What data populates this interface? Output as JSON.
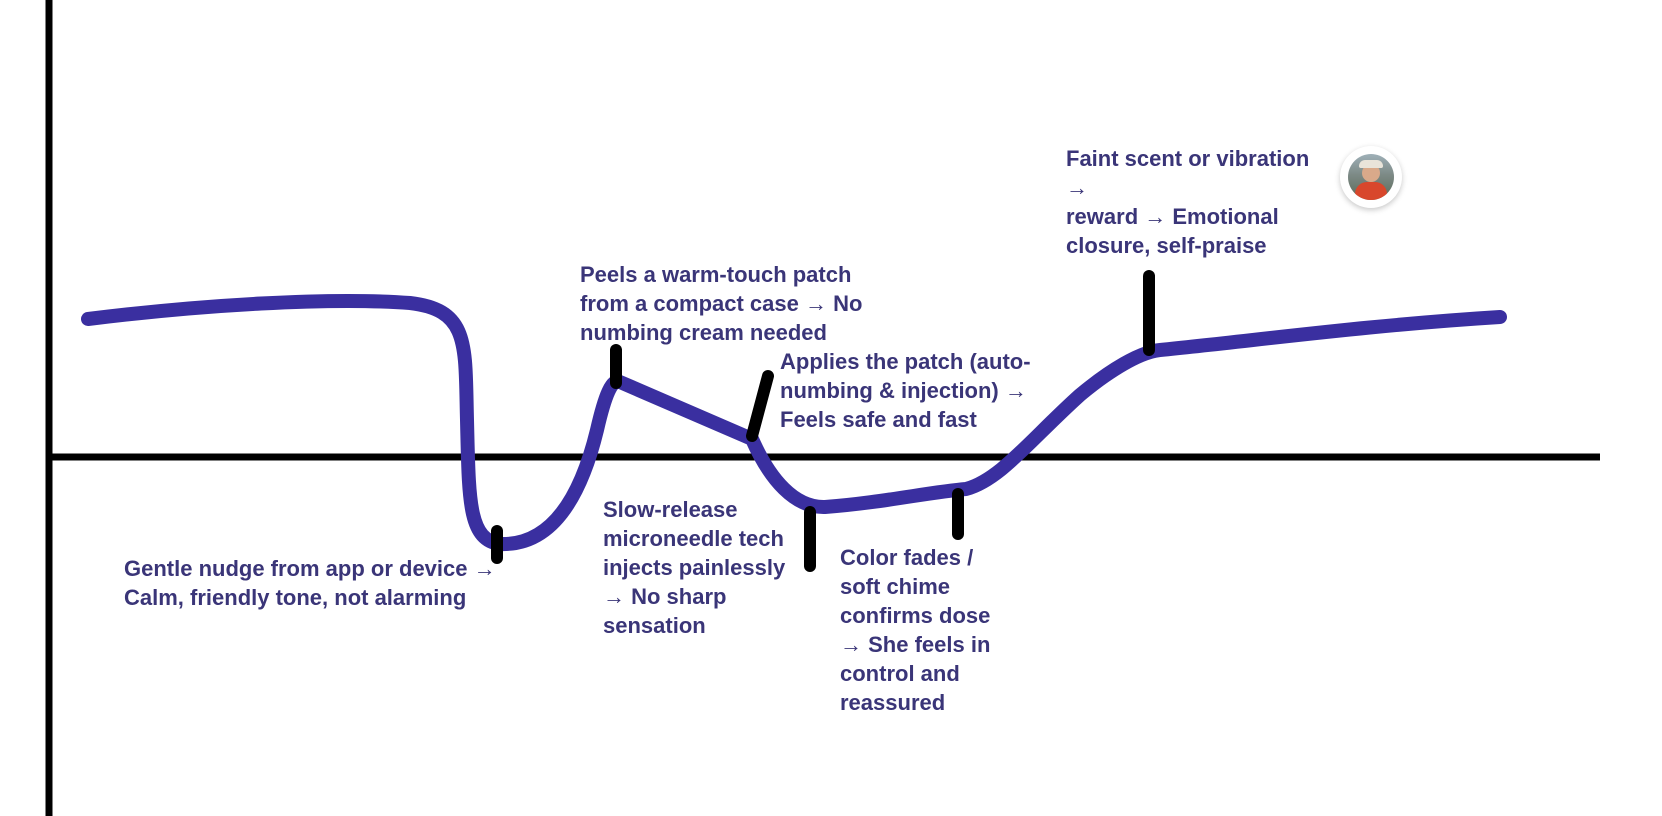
{
  "colors": {
    "curve": "#3a2fa0",
    "axis": "#000000",
    "marker": "#000000",
    "text": "#3a3578"
  },
  "diagram": {
    "notes": [
      "Gentle nudge from app or device →\nCalm, friendly tone, not alarming",
      "Peels a warm-touch patch\nfrom a compact case → No\nnumbing cream needed",
      "Slow-release\nmicroneedle tech\ninjects painlessly\n→ No sharp\nsensation",
      "Applies the patch (auto-\nnumbing & injection) →\nFeels safe and fast",
      "Color fades /\nsoft chime\nconfirms dose\n→ She feels in\ncontrol and\nreassured",
      "Faint scent or vibration →\nreward → Emotional\nclosure, self-praise"
    ],
    "avatar_icon": "user-avatar-photo"
  }
}
